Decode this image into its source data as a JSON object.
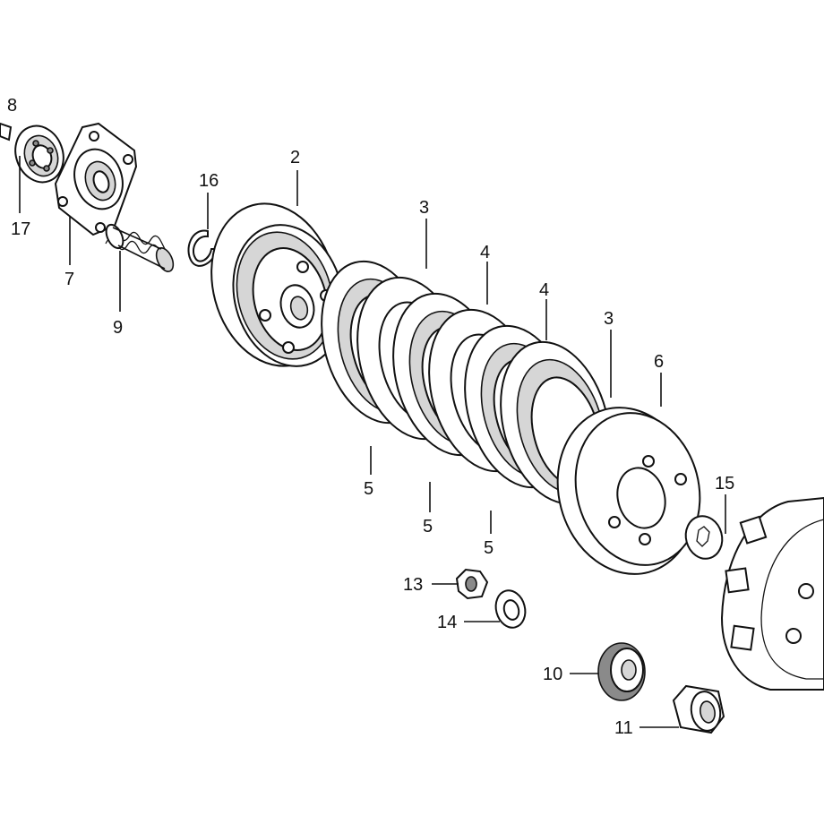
{
  "diagram": {
    "callouts": [
      {
        "id": "c8",
        "text": "8"
      },
      {
        "id": "c17",
        "text": "17"
      },
      {
        "id": "c7",
        "text": "7"
      },
      {
        "id": "c9",
        "text": "9"
      },
      {
        "id": "c16",
        "text": "16"
      },
      {
        "id": "c2",
        "text": "2"
      },
      {
        "id": "c3a",
        "text": "3"
      },
      {
        "id": "c4a",
        "text": "4"
      },
      {
        "id": "c4b",
        "text": "4"
      },
      {
        "id": "c3b",
        "text": "3"
      },
      {
        "id": "c6",
        "text": "6"
      },
      {
        "id": "c5a",
        "text": "5"
      },
      {
        "id": "c5b",
        "text": "5"
      },
      {
        "id": "c5c",
        "text": "5"
      },
      {
        "id": "c15",
        "text": "15"
      },
      {
        "id": "c13",
        "text": "13"
      },
      {
        "id": "c14",
        "text": "14"
      },
      {
        "id": "c10",
        "text": "10"
      },
      {
        "id": "c11",
        "text": "11"
      }
    ]
  }
}
